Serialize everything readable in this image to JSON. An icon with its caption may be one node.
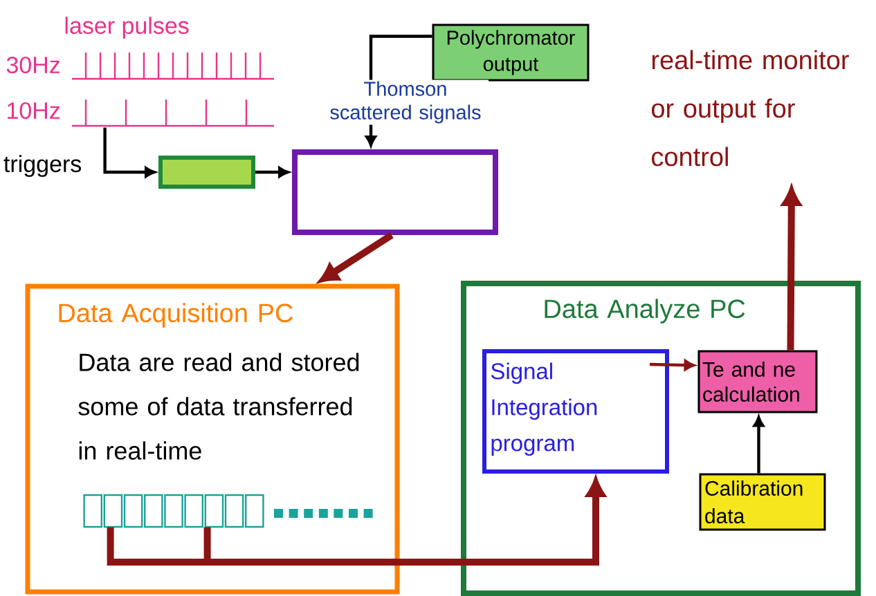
{
  "diagram": {
    "nodes": [
      {
        "text": [],
        "shape": "picture",
        "beside": [
          "laser pulses",
          "30Hz",
          "10Hz"
        ]
      },
      {
        "text": [
          "Polychromator output"
        ]
      },
      {
        "text": [],
        "shape": "box"
      },
      {
        "text": [],
        "shape": "box"
      },
      {
        "text": [
          "Data Acquisition PC",
          "Data are read and stored some of data transferred in real-time"
        ]
      },
      {
        "text": [],
        "shape": "picture",
        "in": 4
      },
      {
        "text": [
          "Data Analyze PC"
        ]
      },
      {
        "text": [
          "Signal Integration program"
        ],
        "in": 6
      },
      {
        "text": [
          "Te and ne calculation"
        ],
        "in": 6
      },
      {
        "text": [
          "Calibration data"
        ],
        "in": 6
      },
      {
        "text": [
          "real-time monitor or output for control"
        ]
      }
    ],
    "edges": [
      {
        "from": 0,
        "to": 2,
        "arrow": "to",
        "label": "triggers"
      },
      {
        "from": 2,
        "to": 3,
        "arrow": "to"
      },
      {
        "from": 1,
        "to": 3,
        "arrow": "to",
        "label": "Thomson scattered signals"
      },
      {
        "from": 3,
        "to": 4,
        "arrow": "to",
        "style": "thick",
        "color": "#8b1414"
      },
      {
        "from": 5,
        "to": 7,
        "arrow": "to",
        "style": "thick",
        "color": "#8b1414"
      },
      {
        "from": 7,
        "to": 8,
        "arrow": "to",
        "color": "#8b1414"
      },
      {
        "from": 9,
        "to": 8,
        "arrow": "to"
      },
      {
        "from": 8,
        "to": 10,
        "arrow": "to",
        "style": "thick",
        "color": "#8b1414"
      }
    ]
  }
}
